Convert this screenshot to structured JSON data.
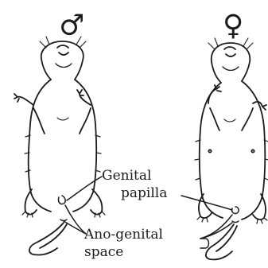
{
  "symbols": {
    "male": "♂",
    "female": "♀"
  },
  "labels": {
    "genital_line1": "Genital",
    "genital_line2": "papilla",
    "anogenital_line1": "Ano-genital",
    "anogenital_line2": "space"
  },
  "colors": {
    "ink": "#1c1c1c",
    "background": "#ffffff"
  }
}
